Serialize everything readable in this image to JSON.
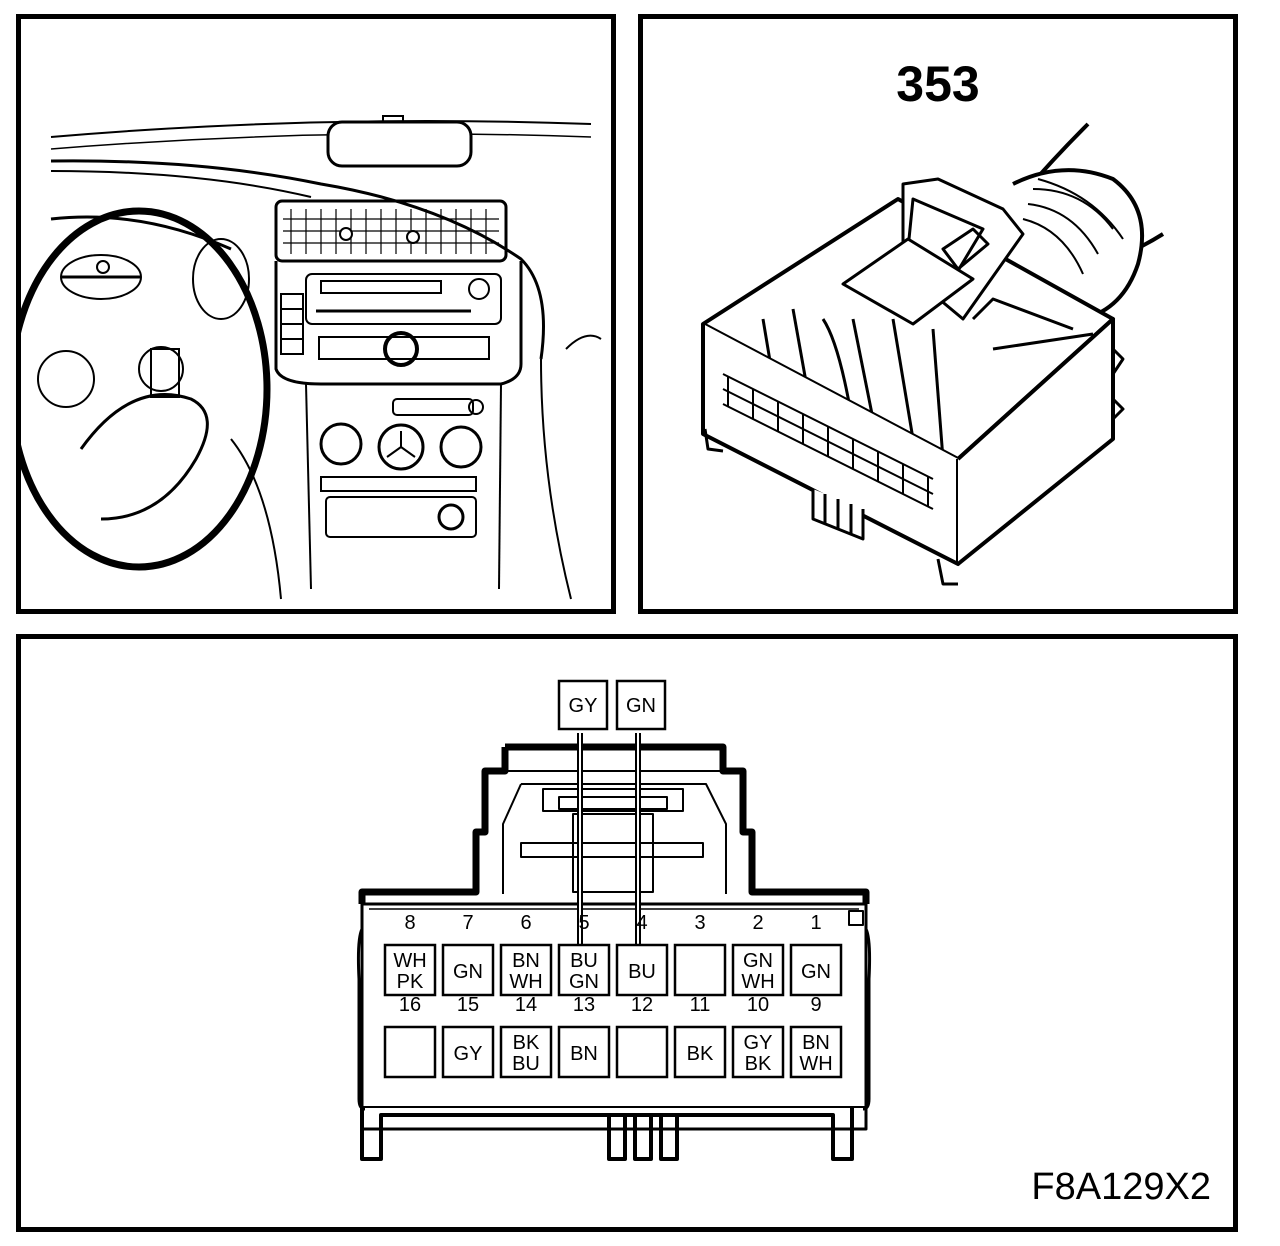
{
  "connector": {
    "number": "353"
  },
  "figure_code": "F8A129X2",
  "top_wires": [
    {
      "label": "GY"
    },
    {
      "label": "GN"
    }
  ],
  "pins_top_row": [
    {
      "num": "8",
      "lines": [
        "WH",
        "PK"
      ]
    },
    {
      "num": "7",
      "lines": [
        "GN"
      ]
    },
    {
      "num": "6",
      "lines": [
        "BN",
        "WH"
      ]
    },
    {
      "num": "5",
      "lines": [
        "BU",
        "GN"
      ]
    },
    {
      "num": "4",
      "lines": [
        "BU"
      ]
    },
    {
      "num": "3",
      "lines": []
    },
    {
      "num": "2",
      "lines": [
        "GN",
        "WH"
      ]
    },
    {
      "num": "1",
      "lines": [
        "GN"
      ]
    }
  ],
  "pins_bottom_row": [
    {
      "num": "16",
      "lines": []
    },
    {
      "num": "15",
      "lines": [
        "GY"
      ]
    },
    {
      "num": "14",
      "lines": [
        "BK",
        "BU"
      ]
    },
    {
      "num": "13",
      "lines": [
        "BN"
      ]
    },
    {
      "num": "12",
      "lines": []
    },
    {
      "num": "11",
      "lines": [
        "BK"
      ]
    },
    {
      "num": "10",
      "lines": [
        "GY",
        "BK"
      ]
    },
    {
      "num": "9",
      "lines": [
        "BN",
        "WH"
      ]
    }
  ]
}
